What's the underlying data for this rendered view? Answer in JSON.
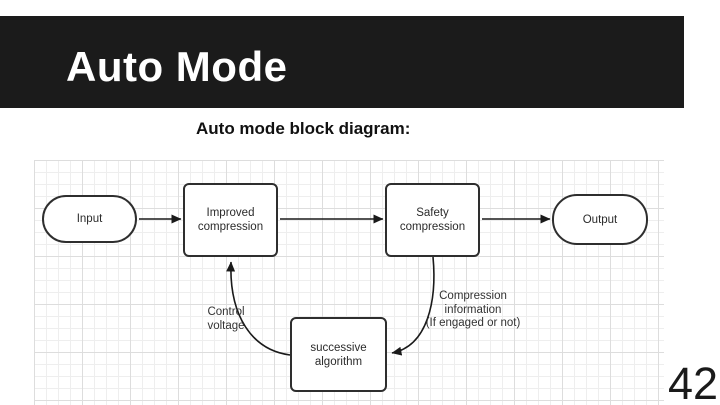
{
  "slide": {
    "title": "Auto Mode",
    "subtitle": "Auto mode block diagram:",
    "page_number": "42"
  },
  "colors": {
    "header_bg": "#1b1b1b",
    "header_text": "#ffffff",
    "node_border": "#2e2e2e",
    "node_fill": "#ffffff",
    "grid_minor": "#eeeeee",
    "grid_major": "#dddddd",
    "arrow": "#1a1a1a",
    "body_text": "#2b2b2b"
  },
  "diagram": {
    "nodes": {
      "input": {
        "label": "Input",
        "shape": "stadium"
      },
      "improved": {
        "line1": "Improved",
        "line2": "compression",
        "shape": "rect"
      },
      "safety": {
        "line1": "Safety",
        "line2": "compression",
        "shape": "rect"
      },
      "output": {
        "label": "Output",
        "shape": "stadium"
      },
      "successive": {
        "line1": "successive",
        "line2": "algorithm",
        "shape": "rect"
      }
    },
    "edge_labels": {
      "control_voltage": {
        "line1": "Control",
        "line2": "voltage"
      },
      "compression_info": {
        "line1": "Compression",
        "line2": "information",
        "line3": "(If engaged or not)"
      }
    },
    "edges": [
      {
        "from": "Input",
        "to": "Improved compression"
      },
      {
        "from": "Improved compression",
        "to": "Safety compression"
      },
      {
        "from": "Safety compression",
        "to": "Output"
      },
      {
        "from": "successive algorithm",
        "to": "Improved compression",
        "label": "Control voltage"
      },
      {
        "from": "Safety compression",
        "to": "successive algorithm",
        "label": "Compression information (If engaged or not)"
      }
    ]
  }
}
